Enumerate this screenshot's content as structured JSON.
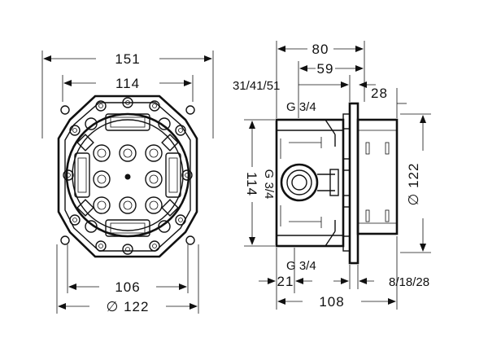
{
  "front_view": {
    "dim_overall_width": "151",
    "dim_inner_width": "114",
    "dim_bottom_width": "106",
    "dim_bottom_diameter": "∅ 122"
  },
  "side_view": {
    "dim_depth_total": "80",
    "dim_depth_partial": "59",
    "dim_wall_options": "31/41/51",
    "dim_cover_depth": "28",
    "dim_height_inner": "114",
    "dim_diameter": "∅ 122",
    "dim_bottom_left": "21",
    "dim_bottom_total": "108",
    "dim_bottom_options": "8/18/28",
    "thread_top": "G 3/4",
    "thread_left": "G 3/4",
    "thread_bottom": "G 3/4"
  },
  "colors": {
    "line": "#111111",
    "background": "#ffffff"
  }
}
